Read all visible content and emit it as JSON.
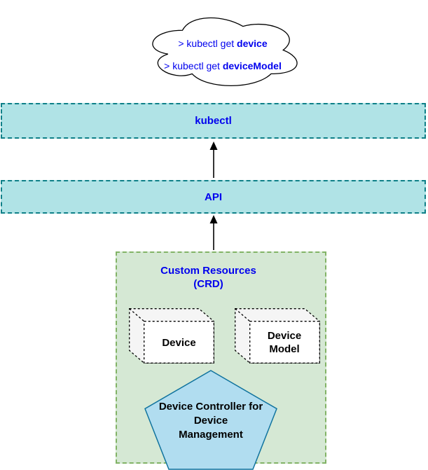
{
  "diagram": {
    "cloud": {
      "line1": {
        "prefix": "> kubectl get ",
        "command": "device"
      },
      "line2": {
        "prefix": "> kubectl get ",
        "command": "deviceModel"
      }
    },
    "kubectl_layer": {
      "label": "kubectl"
    },
    "api_layer": {
      "label": "API"
    },
    "crd_box": {
      "title": "Custom Resources\n(CRD)",
      "device_cube": {
        "label": "Device"
      },
      "device_model_cube": {
        "label": "Device\nModel"
      },
      "controller_pentagon": {
        "label": "Device Controller for\nDevice\nManagement"
      }
    },
    "colors": {
      "layer_fill": "#b0e3e6",
      "layer_border": "#0e8088",
      "crd_fill": "#d5e8d4",
      "crd_border": "#82b366",
      "pentagon_fill": "#b1ddf0",
      "pentagon_border": "#10739e",
      "label_text": "#0000ee",
      "cube_side_fill": "#f5f5f5",
      "cube_front_fill": "#ffffff",
      "arrow_color": "#000000"
    }
  }
}
